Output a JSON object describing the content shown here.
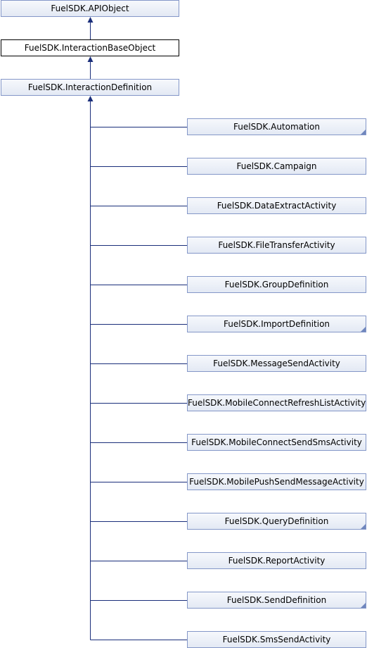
{
  "diagram": {
    "colors": {
      "edge": "#1a2e7a",
      "box_border": "#8497c8",
      "box_fill": "#e7ecf5",
      "current_border": "#000000"
    },
    "ancestors": [
      {
        "label": "FuelSDK.APIObject",
        "current": false,
        "truncated": false
      },
      {
        "label": "FuelSDK.InteractionBaseObject",
        "current": true,
        "truncated": false
      },
      {
        "label": "FuelSDK.InteractionDefinition",
        "current": false,
        "truncated": false
      }
    ],
    "children": [
      {
        "label": "FuelSDK.Automation",
        "truncated": true
      },
      {
        "label": "FuelSDK.Campaign",
        "truncated": false
      },
      {
        "label": "FuelSDK.DataExtractActivity",
        "truncated": false
      },
      {
        "label": "FuelSDK.FileTransferActivity",
        "truncated": false
      },
      {
        "label": "FuelSDK.GroupDefinition",
        "truncated": false
      },
      {
        "label": "FuelSDK.ImportDefinition",
        "truncated": true
      },
      {
        "label": "FuelSDK.MessageSendActivity",
        "truncated": false
      },
      {
        "label": "FuelSDK.MobileConnectRefreshListActivity",
        "truncated": false
      },
      {
        "label": "FuelSDK.MobileConnectSendSmsActivity",
        "truncated": false
      },
      {
        "label": "FuelSDK.MobilePushSendMessageActivity",
        "truncated": false
      },
      {
        "label": "FuelSDK.QueryDefinition",
        "truncated": true
      },
      {
        "label": "FuelSDK.ReportActivity",
        "truncated": false
      },
      {
        "label": "FuelSDK.SendDefinition",
        "truncated": true
      },
      {
        "label": "FuelSDK.SmsSendActivity",
        "truncated": false
      }
    ]
  }
}
